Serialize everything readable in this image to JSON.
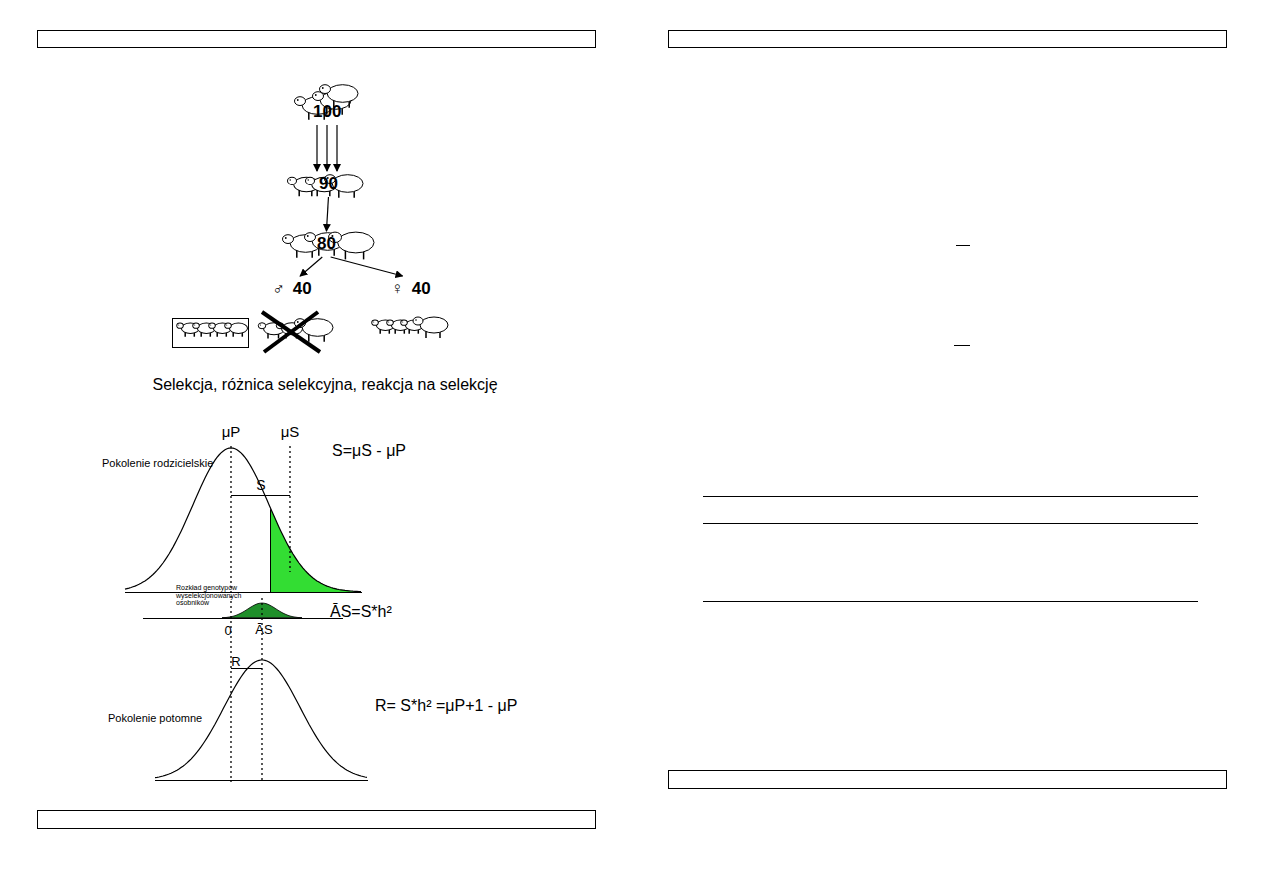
{
  "diagram": {
    "caption": "Selekcja, różnica selekcyjna, reakcja na selekcję",
    "nodes": [
      {
        "text": [
          "100"
        ]
      },
      {
        "text": [
          "90"
        ]
      },
      {
        "text": [
          "80"
        ]
      },
      {
        "text": [
          "♂",
          "40"
        ]
      },
      {
        "text": [
          "♀",
          "40"
        ]
      }
    ],
    "edges": [
      {
        "from": 0,
        "to": 1,
        "arrow": "to"
      },
      {
        "from": 0,
        "to": 1,
        "arrow": "to"
      },
      {
        "from": 0,
        "to": 1,
        "arrow": "to"
      },
      {
        "from": 1,
        "to": 2,
        "arrow": "to"
      },
      {
        "from": 2,
        "to": 3,
        "arrow": "to"
      },
      {
        "from": 2,
        "to": 4,
        "arrow": "to"
      }
    ],
    "labels": [
      "μP",
      "μS",
      "S=μS - μP",
      "Pokolenie rodzicielskie",
      "S",
      "Rozkład genotypów wyselekcjonowanych osobników",
      "ĀS=S*h²",
      "0",
      "ĀS",
      "R",
      "R= S*h² =μP+1 - μP",
      "Pokolenie potomne"
    ]
  }
}
